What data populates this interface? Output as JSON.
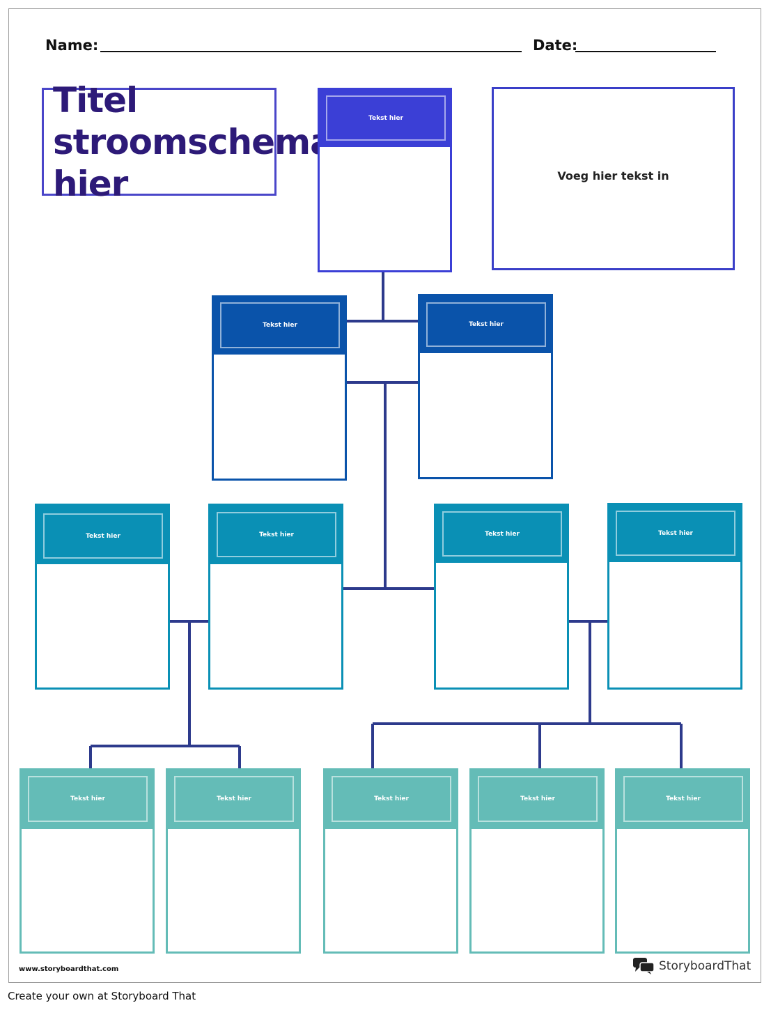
{
  "header": {
    "name_label": "Name:",
    "date_label": "Date:"
  },
  "title": "Titel stroomschema hier",
  "note": "Voeg hier tekst in",
  "colors": {
    "level1": "#3b3fd6",
    "level2": "#0a53aa",
    "level3": "#0a90b5",
    "level4": "#64bcb7",
    "connector": "#2d3a8c",
    "title_text": "#2d1a78"
  },
  "cards": [
    {
      "label": "Tekst hier",
      "level": 1
    },
    {
      "label": "Tekst hier",
      "level": 2
    },
    {
      "label": "Tekst hier",
      "level": 2
    },
    {
      "label": "Tekst hier",
      "level": 3
    },
    {
      "label": "Tekst hier",
      "level": 3
    },
    {
      "label": "Tekst hier",
      "level": 3
    },
    {
      "label": "Tekst hier",
      "level": 3
    },
    {
      "label": "Tekst hier",
      "level": 4
    },
    {
      "label": "Tekst hier",
      "level": 4
    },
    {
      "label": "Tekst hier",
      "level": 4
    },
    {
      "label": "Tekst hier",
      "level": 4
    },
    {
      "label": "Tekst hier",
      "level": 4
    }
  ],
  "footer": {
    "website": "www.storyboardthat.com",
    "brand_name": "StoryboardThat",
    "brand_icon": "speech-bubbles-icon",
    "cta": "Create your own at Storyboard That"
  }
}
